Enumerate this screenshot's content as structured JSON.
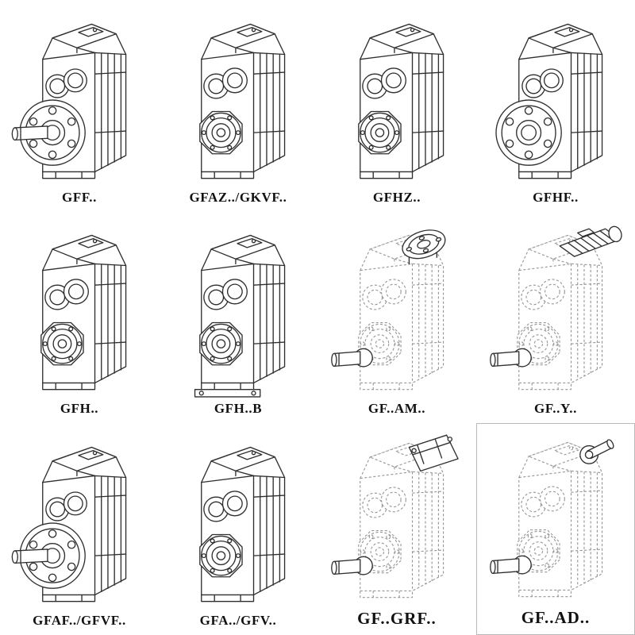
{
  "page": {
    "kind": "gear-reducer-catalog-grid",
    "columns": 4,
    "rows": 3
  },
  "colors": {
    "background": "#ffffff",
    "solid_line": "#2f2f2f",
    "dashed_line": "#979797",
    "box_border": "#b9b9b9"
  },
  "cells": [
    {
      "label": "GFF..",
      "variant": "solid-body-output-flange-with-shaft"
    },
    {
      "label": "GFAZ../GKVF..",
      "variant": "solid-body-hollow-bore"
    },
    {
      "label": "GFHZ..",
      "variant": "solid-body-hollow-bore"
    },
    {
      "label": "GFHF..",
      "variant": "solid-body-output-flange"
    },
    {
      "label": "GFH..",
      "variant": "solid-body-hollow-bore"
    },
    {
      "label": "GFH..B",
      "variant": "solid-body-hollow-bore-foot-mount"
    },
    {
      "label": "GF..AM..",
      "variant": "phantom-body-servo-flange-adapter"
    },
    {
      "label": "GF..Y..",
      "variant": "phantom-body-mounted-motor"
    },
    {
      "label": "GFAF../GFVF..",
      "variant": "solid-body-output-flange-with-shaft"
    },
    {
      "label": "GFA../GFV..",
      "variant": "solid-body-hollow-bore"
    },
    {
      "label": "GF..GRF..",
      "variant": "phantom-body-adapter-block"
    },
    {
      "label": "GF..AD..",
      "variant": "phantom-body-input-shaft"
    }
  ]
}
